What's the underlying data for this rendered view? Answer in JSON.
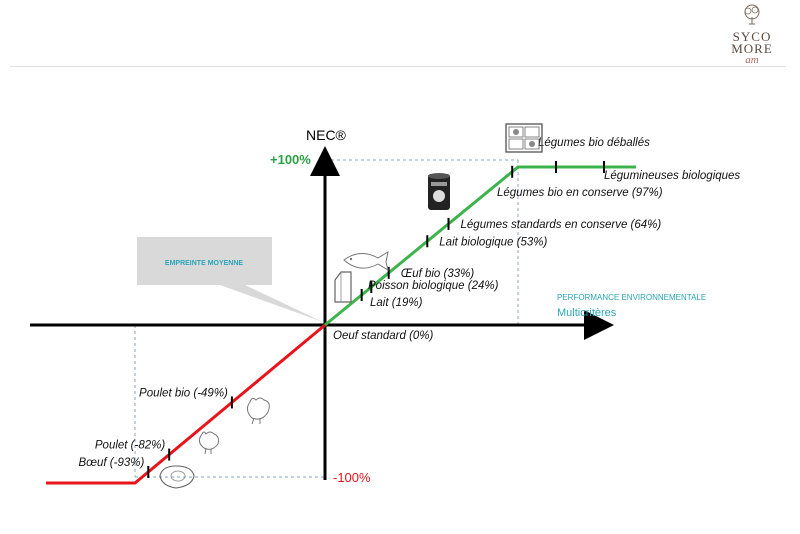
{
  "logo": {
    "line1": "SYCO",
    "line2": "MORE",
    "line3": "am"
  },
  "diagram": {
    "y_axis_label": "NEC®",
    "y_max_label": "+100%",
    "y_min_label": "-100%",
    "x_axis_title": "PERFORMANCE ENVIRONNEMENTALE",
    "x_axis_subtitle": "Multicritères",
    "callout_text": "EMPREINTE MOYENNE",
    "items": [
      {
        "label": "Bœuf (-93%)",
        "value": -93
      },
      {
        "label": "Poulet (-82%)",
        "value": -82
      },
      {
        "label": "Poulet bio (-49%)",
        "value": -49
      },
      {
        "label": "Oeuf standard (0%)",
        "value": 0
      },
      {
        "label": "Lait (19%)",
        "value": 19
      },
      {
        "label": "Poisson biologique (24%)",
        "value": 24
      },
      {
        "label": "Œuf bio (33%)",
        "value": 33
      },
      {
        "label": "Lait biologique (53%)",
        "value": 53
      },
      {
        "label": "Légumes standards en conserve (64%)",
        "value": 64
      },
      {
        "label": "Légumes bio en conserve (97%)",
        "value": 97
      },
      {
        "label": "Légumes bio déballés",
        "value": 100
      },
      {
        "label": "Légumineuses biologiques",
        "value": 100
      }
    ],
    "colors": {
      "negative": "#e8141b",
      "positive": "#3cb44b",
      "accent_green": "#2ea043",
      "accent_red": "#e8141b",
      "accent_teal": "#2aa6b8"
    }
  }
}
